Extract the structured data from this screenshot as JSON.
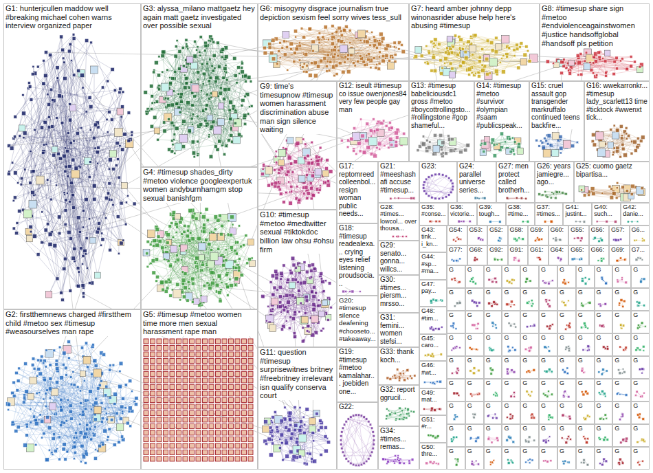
{
  "diagram": {
    "nodes": [
      {
        "text": [
          "G1: hunterjcullen maddow well #breaking michael cohen warns interview organized paper"
        ]
      },
      {
        "text": [
          "G2: firstthemnews charged #firstthem child #metoo sex #timesup #weasourselves man rape"
        ]
      },
      {
        "text": [
          "G3: alyssa_milano mattgaetz hey again matt gaetz investigated over possible sexual"
        ]
      },
      {
        "text": [
          "G4: #timesup shades_dirty #metoo violence googleexpertuk women andyburnhamgm stop sexual banishfgm"
        ]
      },
      {
        "text": [
          "G5: #timesup #metoo women time more men sexual harassment rape man"
        ]
      },
      {
        "text": [
          "G6: misogyny disgrace journalism true depiction sexism feel sorry wives tess_sull"
        ]
      },
      {
        "text": [
          "G7: heard amber johnny depp winonasrider abuse help here's abusing #timesup"
        ]
      },
      {
        "text": [
          "G8: #timesup share sign #metoo #endviolenceagainstwomen #justice handsoffglobal #handsoff pls petition"
        ]
      },
      {
        "text": [
          "G9: time's timesupnow #timesup women harassment discrimination abuse man sign silence waiting"
        ]
      },
      {
        "text": [
          "G10: #timesup #metoo #medtwitter sexual #tiktokdoc billion law ohsu #ohsu firm"
        ]
      },
      {
        "text": [
          "G11: question #timesup surprisewitnes britney #freebritney irrelevant isn qualify conserva court"
        ]
      },
      {
        "text": [
          "G12: iseult #timesup co issue owenjones84 very few people gay man"
        ]
      },
      {
        "text": [
          "G13: #timesup babeliciousdc1 gross #metoo #boycottrollingsto... #rollingstone #gop shameful..."
        ]
      },
      {
        "text": [
          "G14: #timesup #metoo #survivor #olympian #saam #publicspeak..."
        ]
      },
      {
        "text": [
          "G15: cruel assault gop transgender markruffalo continued teens backfire..."
        ]
      },
      {
        "text": [
          "G16: wwekarronkr... #timesup lady_scarlett13 time #ticktock #wwenxt tick..."
        ]
      },
      {
        "text": [
          "G17: reptomreed colleenbol... resign woman public needs..."
        ]
      },
      {
        "text": [
          "G18: #timesup readealexa... crying eyes relief listening proudsocia..."
        ]
      },
      {
        "text": [
          "G20: #timesup silence deafening #chooseto... #takeaway..."
        ]
      },
      {
        "text": [
          "G19: #timesup #metoo kamalahar... joebiden one..."
        ]
      },
      {
        "text": [
          "G22:"
        ]
      },
      {
        "text": [
          "G21: #meeshashafi accuse #timesup..."
        ]
      },
      {
        "text": [
          "G23:"
        ]
      },
      {
        "text": [
          "G24: parallel universe series..."
        ]
      },
      {
        "text": [
          "G27: men protect called brotherh..."
        ]
      },
      {
        "text": [
          "G26: years jamiegre... ago..."
        ]
      },
      {
        "text": [
          "G25: cuomo gaetz bipartisa..."
        ]
      },
      {
        "text": [
          "G28: #times... lowcol... over thousa..."
        ]
      },
      {
        "text": [
          "G29: senato... gonna... willcs..."
        ]
      },
      {
        "text": [
          "G30: #times... piersm... mrsso..."
        ]
      },
      {
        "text": [
          "G31: femini... women stefsi..."
        ]
      },
      {
        "text": [
          "G33: thank koch..."
        ]
      },
      {
        "text": [
          "G32: report ggrucil..."
        ]
      },
      {
        "text": [
          "G34: #times... remas..."
        ]
      },
      {
        "text": [
          "G35: #conse..."
        ]
      },
      {
        "text": [
          "G36: victorie..."
        ]
      },
      {
        "text": [
          "G39: tough..."
        ]
      },
      {
        "text": [
          "G38: #time..."
        ]
      },
      {
        "text": [
          "G37: #times..."
        ]
      },
      {
        "text": [
          "G41: justint..."
        ]
      },
      {
        "text": [
          "G40: such..."
        ]
      },
      {
        "text": [
          "G42: danie..."
        ]
      },
      {
        "text": [
          "G43: tink... i_kn..."
        ]
      },
      {
        "text": [
          "G44: #sp... #ma..."
        ]
      },
      {
        "text": [
          "G47: pay..."
        ]
      },
      {
        "text": [
          "G48: #tim..."
        ]
      },
      {
        "text": [
          "G45: caro..."
        ]
      },
      {
        "text": [
          "G46: #wt..."
        ]
      },
      {
        "text": [
          "G49: mat..."
        ]
      },
      {
        "text": [
          "G51: #r..."
        ]
      },
      {
        "text": [
          "G50: thre..."
        ]
      },
      {
        "text": [
          "G54:"
        ]
      },
      {
        "text": [
          "G53:"
        ]
      },
      {
        "text": [
          "G52:"
        ]
      },
      {
        "text": [
          "G58:"
        ]
      },
      {
        "text": [
          "G59:"
        ]
      },
      {
        "text": [
          "G60:"
        ]
      },
      {
        "text": [
          "G55:"
        ]
      },
      {
        "text": [
          "G56:"
        ]
      },
      {
        "text": [
          "G57:"
        ]
      },
      {
        "text": [
          "G6..."
        ]
      },
      {
        "text": [
          "G77:"
        ]
      },
      {
        "text": [
          "G68:"
        ]
      },
      {
        "text": [
          "G92:"
        ]
      },
      {
        "text": [
          "G91:"
        ]
      },
      {
        "text": [
          "G61:"
        ]
      },
      {
        "text": [
          "G64:"
        ]
      },
      {
        "text": [
          "G65:"
        ]
      },
      {
        "text": [
          "G66:"
        ]
      },
      {
        "text": [
          "G69:"
        ]
      },
      {
        "text": [
          "G7..."
        ]
      },
      {
        "text": [
          "G"
        ]
      },
      {
        "text": [
          "G"
        ]
      },
      {
        "text": [
          "G"
        ]
      },
      {
        "text": [
          "G"
        ]
      },
      {
        "text": [
          "G"
        ]
      },
      {
        "text": [
          "G"
        ]
      },
      {
        "text": [
          "G"
        ]
      },
      {
        "text": [
          "G"
        ]
      },
      {
        "text": [
          "G"
        ]
      },
      {
        "text": [
          "G"
        ]
      },
      {
        "text": [
          "G"
        ]
      },
      {
        "text": [
          "G"
        ]
      },
      {
        "text": [
          "G"
        ]
      },
      {
        "text": [
          "G"
        ]
      },
      {
        "text": [
          "G"
        ]
      },
      {
        "text": [
          "G"
        ]
      },
      {
        "text": [
          "G"
        ]
      },
      {
        "text": [
          "G"
        ]
      },
      {
        "text": [
          "G"
        ]
      },
      {
        "text": [
          "G"
        ]
      },
      {
        "text": [
          "G"
        ]
      },
      {
        "text": [
          "G"
        ]
      },
      {
        "text": [
          "G"
        ]
      },
      {
        "text": [
          "G"
        ]
      },
      {
        "text": [
          "G"
        ]
      },
      {
        "text": [
          "G"
        ]
      },
      {
        "text": [
          "G"
        ]
      },
      {
        "text": [
          "G"
        ]
      },
      {
        "text": [
          "G"
        ]
      },
      {
        "text": [
          "G"
        ]
      },
      {
        "text": [
          "G"
        ]
      },
      {
        "text": [
          "G"
        ]
      },
      {
        "text": [
          "G"
        ]
      },
      {
        "text": [
          "G"
        ]
      },
      {
        "text": [
          "G"
        ]
      },
      {
        "text": [
          "G"
        ]
      },
      {
        "text": [
          "G"
        ]
      },
      {
        "text": [
          "G"
        ]
      },
      {
        "text": [
          "G"
        ]
      },
      {
        "text": [
          "G"
        ]
      },
      {
        "text": [
          "G"
        ]
      },
      {
        "text": [
          "G"
        ]
      },
      {
        "text": [
          "G"
        ]
      },
      {
        "text": [
          "G"
        ]
      },
      {
        "text": [
          "G"
        ]
      },
      {
        "text": [
          "G"
        ]
      },
      {
        "text": [
          "G"
        ]
      },
      {
        "text": [
          "G"
        ]
      },
      {
        "text": [
          "G"
        ]
      },
      {
        "text": [
          "G"
        ]
      },
      {
        "text": [
          "G"
        ]
      },
      {
        "text": [
          "G"
        ]
      },
      {
        "text": [
          "G"
        ]
      },
      {
        "text": [
          "G"
        ]
      },
      {
        "text": [
          "G"
        ]
      },
      {
        "text": [
          "G"
        ]
      },
      {
        "text": [
          "G"
        ]
      },
      {
        "text": [
          "G"
        ]
      },
      {
        "text": [
          "G"
        ]
      },
      {
        "text": [
          "G"
        ]
      },
      {
        "text": [
          "G"
        ]
      },
      {
        "text": [
          "G"
        ]
      },
      {
        "text": [
          "G"
        ]
      },
      {
        "text": [
          "G"
        ]
      },
      {
        "text": [
          "G"
        ]
      },
      {
        "text": [
          "G"
        ]
      },
      {
        "text": [
          "G"
        ]
      },
      {
        "text": [
          "G"
        ]
      },
      {
        "text": [
          "G"
        ]
      },
      {
        "text": [
          "G"
        ]
      },
      {
        "text": [
          "G"
        ]
      },
      {
        "text": [
          "G"
        ]
      },
      {
        "text": [
          "G"
        ]
      },
      {
        "text": [
          "G"
        ]
      },
      {
        "text": [
          "G"
        ]
      },
      {
        "text": [
          "G"
        ]
      },
      {
        "text": [
          "G"
        ]
      },
      {
        "text": [
          "G"
        ]
      },
      {
        "text": [
          "G"
        ]
      },
      {
        "text": [
          "G"
        ]
      },
      {
        "text": [
          "G"
        ]
      },
      {
        "text": [
          "G"
        ]
      },
      {
        "text": [
          "G"
        ]
      },
      {
        "text": [
          "G"
        ]
      },
      {
        "text": [
          "G"
        ]
      },
      {
        "text": [
          "G"
        ]
      },
      {
        "text": [
          "G"
        ]
      },
      {
        "text": [
          "G"
        ]
      },
      {
        "text": [
          "G"
        ]
      },
      {
        "text": [
          "G"
        ]
      },
      {
        "text": [
          "G"
        ]
      },
      {
        "text": [
          "G"
        ]
      },
      {
        "text": [
          "G"
        ]
      },
      {
        "text": [
          "G"
        ]
      },
      {
        "text": [
          "G"
        ]
      },
      {
        "text": [
          "G"
        ]
      },
      {
        "text": [
          "G"
        ]
      },
      {
        "text": [
          "G"
        ]
      },
      {
        "text": [
          "G"
        ]
      }
    ]
  }
}
